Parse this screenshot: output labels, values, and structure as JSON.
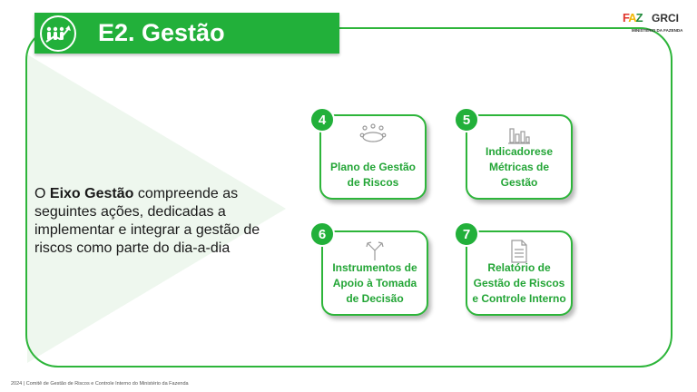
{
  "header": {
    "title": "E2. Gestão",
    "title_icon": "people-growth-icon"
  },
  "logo": {
    "mark_f": "F",
    "mark_a": "A",
    "mark_z": "Z",
    "name": "GRCI",
    "subtitle": "MINISTÉRIO DA FAZENDA"
  },
  "intro": {
    "prefix": "O ",
    "highlight": "Eixo Gestão",
    "suffix": " compreende as seguintes ações, dedicadas a implementar e integrar a gestão de riscos como parte do dia-a-dia"
  },
  "cards": [
    {
      "number": "4",
      "label": "Plano de Gestão de Riscos",
      "icon": "meeting-table-icon"
    },
    {
      "number": "5",
      "label": "Indicadorese Métricas de Gestão",
      "icon": "bar-chart-icon"
    },
    {
      "number": "6",
      "label": "Instrumentos de Apoio à Tomada de Decisão",
      "icon": "split-arrows-icon"
    },
    {
      "number": "7",
      "label": "Relatório de Gestão de Riscos e Controle Interno",
      "icon": "document-icon"
    }
  ],
  "footer": {
    "text": "2024 | Comitê de Gestão de Riscos e Controle Interno do Ministério da Fazenda"
  },
  "colors": {
    "accent": "#22b03a",
    "card_text": "#23a536",
    "frame": "#2db53a"
  }
}
